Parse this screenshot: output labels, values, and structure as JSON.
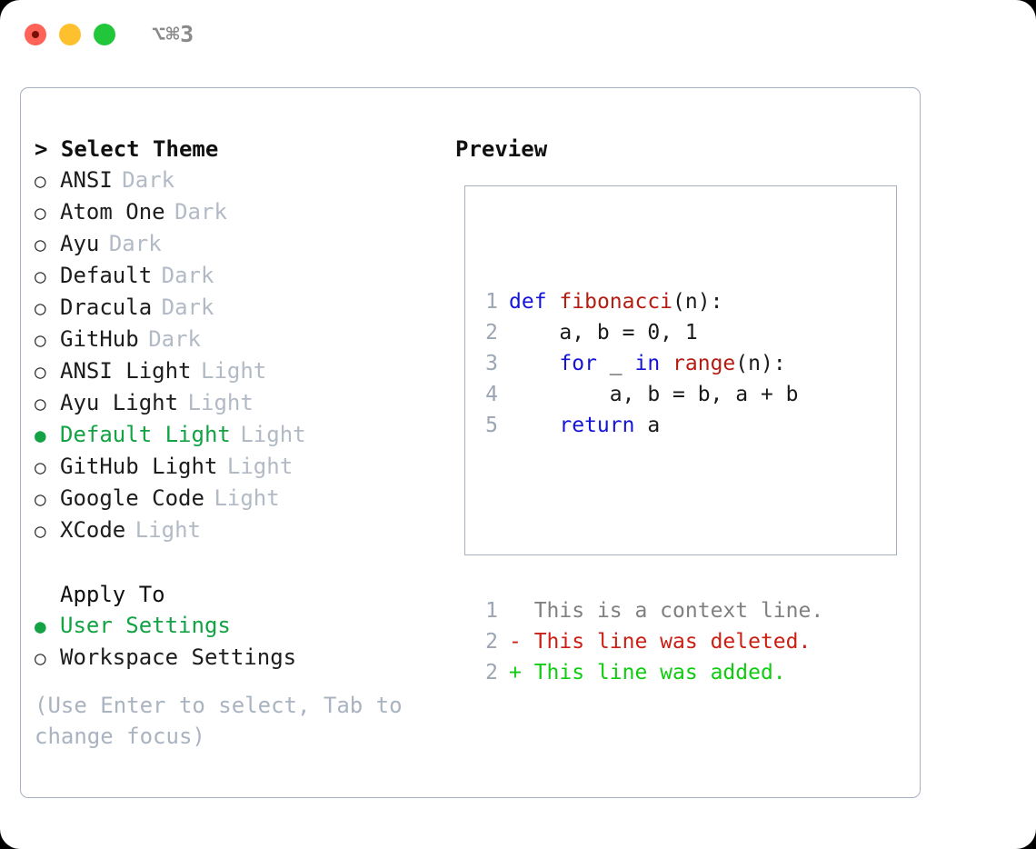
{
  "window": {
    "shortcut_label": "⌥⌘3",
    "traffic_lights": [
      {
        "name": "close",
        "color": "#ff6257"
      },
      {
        "name": "minimize",
        "color": "#ffc02e"
      },
      {
        "name": "maximize",
        "color": "#22c63b"
      }
    ]
  },
  "theme_section": {
    "header": "> Select Theme",
    "items": [
      {
        "marker": "○",
        "label": "ANSI",
        "tag": "Dark",
        "selected": false
      },
      {
        "marker": "○",
        "label": "Atom One",
        "tag": "Dark",
        "selected": false
      },
      {
        "marker": "○",
        "label": "Ayu",
        "tag": "Dark",
        "selected": false
      },
      {
        "marker": "○",
        "label": "Default",
        "tag": "Dark",
        "selected": false
      },
      {
        "marker": "○",
        "label": "Dracula",
        "tag": "Dark",
        "selected": false
      },
      {
        "marker": "○",
        "label": "GitHub",
        "tag": "Dark",
        "selected": false
      },
      {
        "marker": "○",
        "label": "ANSI Light",
        "tag": "Light",
        "selected": false
      },
      {
        "marker": "○",
        "label": "Ayu Light",
        "tag": "Light",
        "selected": false
      },
      {
        "marker": "●",
        "label": "Default Light",
        "tag": "Light",
        "selected": true
      },
      {
        "marker": "○",
        "label": "GitHub Light",
        "tag": "Light",
        "selected": false
      },
      {
        "marker": "○",
        "label": "Google Code",
        "tag": "Light",
        "selected": false
      },
      {
        "marker": "○",
        "label": "XCode",
        "tag": "Light",
        "selected": false
      }
    ]
  },
  "apply_to_section": {
    "header": "Apply To",
    "items": [
      {
        "marker": "●",
        "label": "User Settings",
        "selected": true
      },
      {
        "marker": "○",
        "label": "Workspace Settings",
        "selected": false
      }
    ]
  },
  "hint": "(Use Enter to select, Tab to change focus)",
  "preview": {
    "title": "Preview",
    "code_lines": [
      {
        "num": "1",
        "tokens": [
          {
            "t": "def",
            "c": "kw"
          },
          {
            "t": " ",
            "c": "pl"
          },
          {
            "t": "fibonacci",
            "c": "fn"
          },
          {
            "t": "(n):",
            "c": "pl"
          }
        ]
      },
      {
        "num": "2",
        "tokens": [
          {
            "t": "    a, b = 0, 1",
            "c": "pl"
          }
        ]
      },
      {
        "num": "3",
        "tokens": [
          {
            "t": "    ",
            "c": "pl"
          },
          {
            "t": "for",
            "c": "kw"
          },
          {
            "t": " _ ",
            "c": "pl"
          },
          {
            "t": "in",
            "c": "kw"
          },
          {
            "t": " ",
            "c": "pl"
          },
          {
            "t": "range",
            "c": "fn"
          },
          {
            "t": "(n):",
            "c": "pl"
          }
        ]
      },
      {
        "num": "4",
        "tokens": [
          {
            "t": "        a, b = b, a + b",
            "c": "pl"
          }
        ]
      },
      {
        "num": "5",
        "tokens": [
          {
            "t": "    ",
            "c": "pl"
          },
          {
            "t": "return",
            "c": "kw"
          },
          {
            "t": " a",
            "c": "pl"
          }
        ]
      }
    ],
    "diff_lines": [
      {
        "num": "1",
        "sign": "  ",
        "text": "This is a context line.",
        "kind": "ctx"
      },
      {
        "num": "2",
        "sign": "- ",
        "text": "This line was deleted.",
        "kind": "del"
      },
      {
        "num": "2",
        "sign": "+ ",
        "text": "This line was added.",
        "kind": "add"
      }
    ]
  },
  "colors": {
    "accent_green": "#13a345",
    "diff_add_green": "#10cc10",
    "diff_del_red": "#cc1f14",
    "keyword_blue": "#1414d8",
    "function_red": "#b71c12",
    "border": "#a6b0bf",
    "muted": "#b2bac6"
  }
}
